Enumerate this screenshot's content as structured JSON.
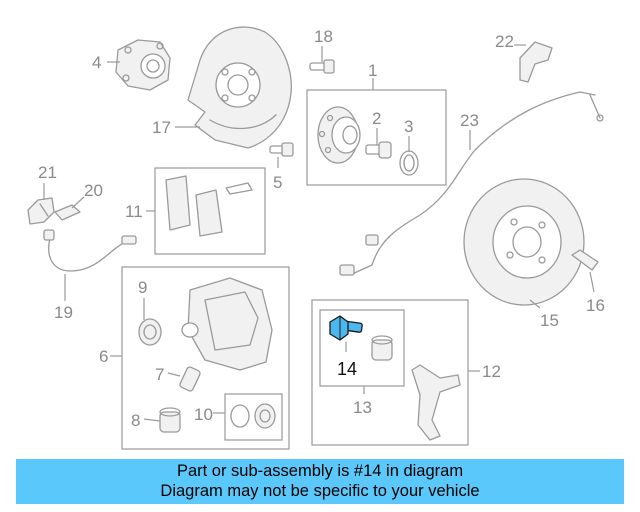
{
  "diagram": {
    "callouts": {
      "c1": "1",
      "c2": "2",
      "c3": "3",
      "c4": "4",
      "c5": "5",
      "c6": "6",
      "c7": "7",
      "c8": "8",
      "c9": "9",
      "c10": "10",
      "c11": "11",
      "c12": "12",
      "c13": "13",
      "c14": "14",
      "c15": "15",
      "c16": "16",
      "c17": "17",
      "c18": "18",
      "c19": "19",
      "c20": "20",
      "c21": "21",
      "c22": "22",
      "c23": "23"
    },
    "highlight_color": "#4db8f0"
  },
  "banner": {
    "line1": "Part or sub-assembly is #14 in diagram",
    "line2": "Diagram may not be specific to your vehicle",
    "background": "#5ac8fa"
  }
}
